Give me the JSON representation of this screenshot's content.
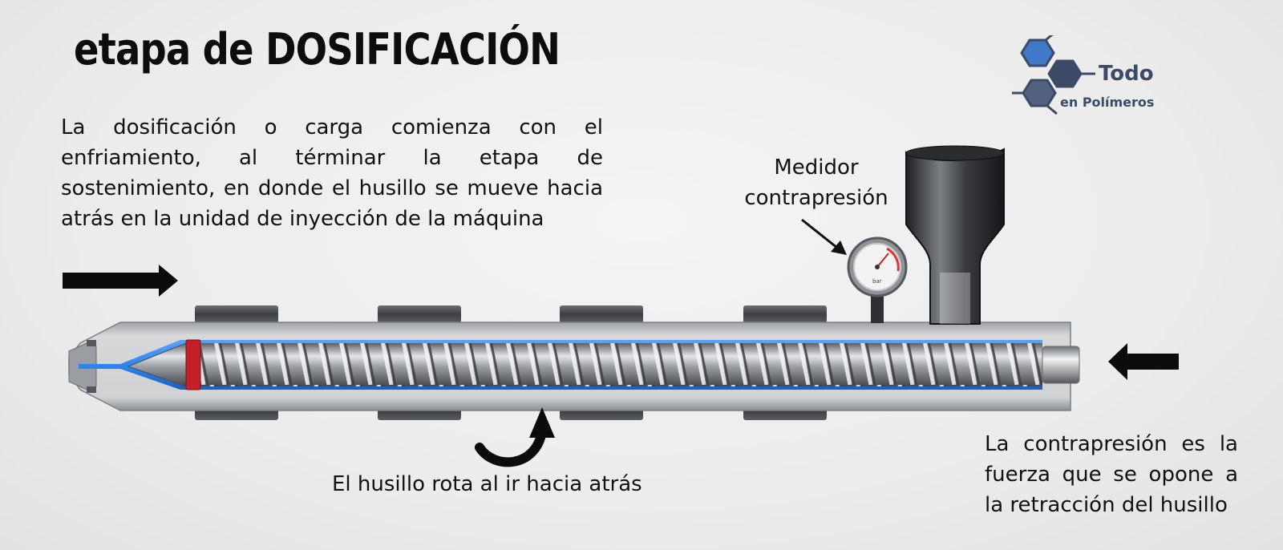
{
  "title": "etapa de DOSIFICACIÓN",
  "intro": "La dosificación o carga comienza con el enfriamiento, al términar la etapa de sostenimiento, en donde el husillo se mueve hacia atrás en la unidad de inyección  de la máquina",
  "gauge_label": {
    "line1": "Medidor",
    "line2": "contrapresión"
  },
  "rotate_label": "El husillo rota al ir hacia atrás",
  "back_pressure_label": "La contrapresión es la fuerza que se opone a la retracción del husillo",
  "logo": {
    "word1": "Todo",
    "word2": "en Polímeros"
  },
  "gauge_unit": "bar",
  "colors": {
    "melt": "#2f86f0",
    "barrel": "#c9cbcd",
    "heater": "#4a4c50",
    "check_ring": "#c4202a",
    "logo": "#3c4a68"
  }
}
